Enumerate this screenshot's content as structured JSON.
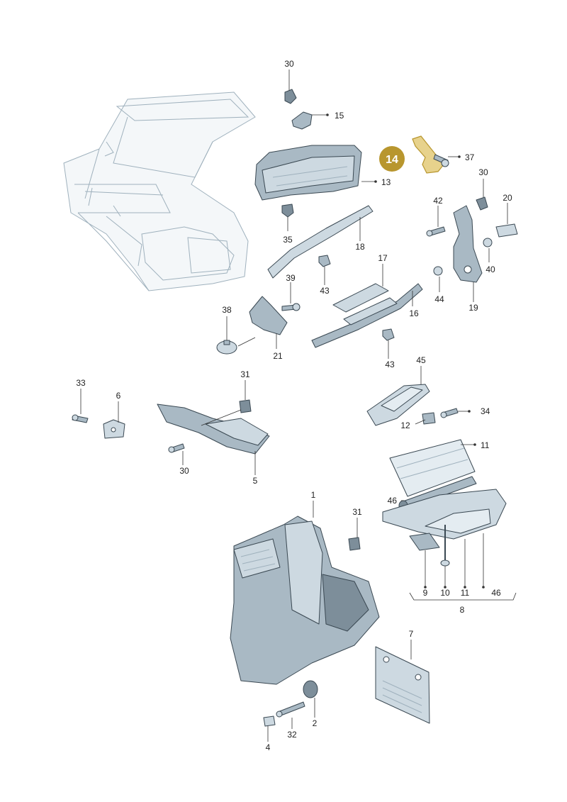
{
  "callouts": {
    "c30a": "30",
    "c15": "15",
    "c14": "14",
    "c37": "37",
    "c13": "13",
    "c30b": "30",
    "c20": "20",
    "c42": "42",
    "c35": "35",
    "c18": "18",
    "c40": "40",
    "c43a": "43",
    "c39": "39",
    "c17": "17",
    "c44": "44",
    "c19": "19",
    "c38": "38",
    "c16": "16",
    "c21": "21",
    "c43b": "43",
    "c45": "45",
    "c33": "33",
    "c31a": "31",
    "c6": "6",
    "c34": "34",
    "c12": "12",
    "c11a": "11",
    "c30c": "30",
    "c5": "5",
    "c1": "1",
    "c46a": "46",
    "c31b": "31",
    "c9": "9",
    "c10": "10",
    "c11b": "11",
    "c46b": "46",
    "c8": "8",
    "c7": "7",
    "c32": "32",
    "c2": "2",
    "c4": "4"
  },
  "colors": {
    "highlight": "#b8962e",
    "part_dark": "#7d8e9a",
    "part_light": "#cdd9e1"
  }
}
